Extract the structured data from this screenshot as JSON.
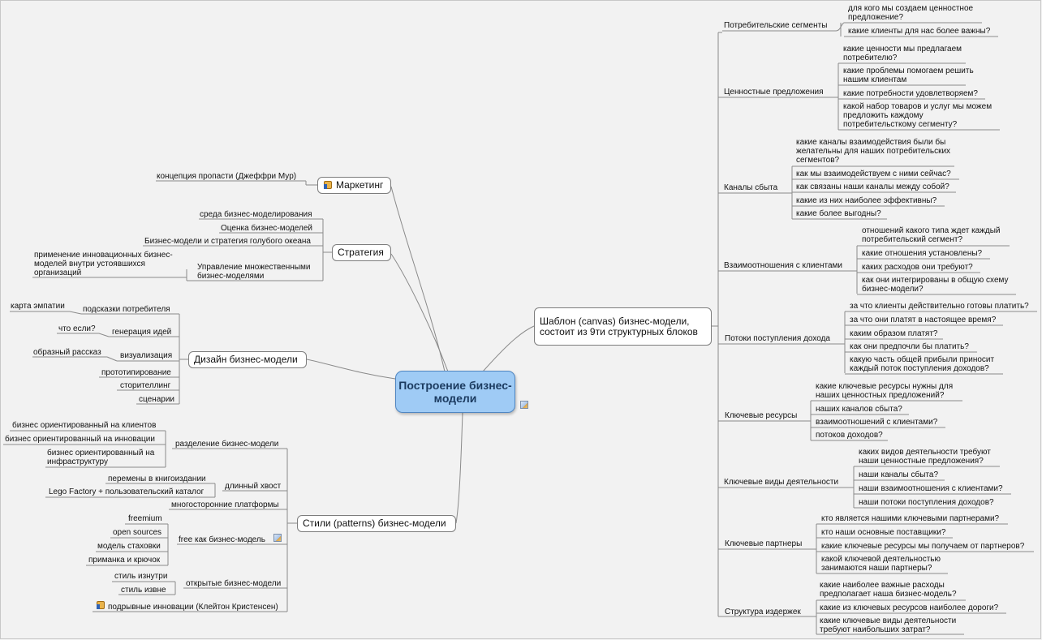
{
  "center": "Построение бизнес-модели",
  "canvas_main": "Шаблон (canvas) бизнес-модели, состоит из 9ти структурных блоков",
  "left": {
    "marketing": {
      "title": "Маркетинг",
      "items": [
        "концепция пропасти (Джеффри Мур)"
      ]
    },
    "strategy": {
      "title": "Стратегия",
      "items": [
        "среда бизнес-моделирования",
        "Оценка бизнес-моделей",
        "Бизнес-модели и стратегия голубого океана",
        "Управление множественными бизнес-моделями",
        "применение инновационных бизнес-моделей внутри устоявшихся организаций"
      ]
    },
    "design": {
      "title": "Дизайн бизнес-модели",
      "items": [
        "подсказки потребителя",
        "карта эмпатии",
        "генерация идей",
        "что если?",
        "визуализация",
        "образный рассказ",
        "прототипирование",
        "сторителлинг",
        "сценарии"
      ]
    },
    "styles": {
      "title": "Стили (patterns) бизнес-модели",
      "items": [
        "разделение бизнес-модели",
        "бизнес ориентированный на клиентов",
        "бизнес ориентированный на инновации",
        "бизнес ориентированный на инфраструктуру",
        "длинный хвост",
        "перемены в книгоиздании",
        "Lego Factory + пользовательский каталог",
        "многосторонние платформы",
        "free как бизнес-модель",
        "freemium",
        "open sources",
        "модель стаховки",
        "приманка и крючок",
        "открытые бизнес-модели",
        "стиль изнутри",
        "стиль извне",
        "подрывные инновации (Клейтон Кристенсен)"
      ]
    }
  },
  "right": [
    {
      "title": "Потребительские сегменты",
      "items": [
        "для кого мы создаем ценностное предложение?",
        "какие клиенты для нас более важны?"
      ]
    },
    {
      "title": "Ценностные предложения",
      "items": [
        "какие ценности мы предлагаем потребителю?",
        "какие проблемы помогаем решить нашим клиентам",
        "какие потребности удовлетворяем?",
        "какой набор товаров и услуг мы можем предложить каждому потребительсткому сегменту?"
      ]
    },
    {
      "title": "Каналы сбыта",
      "items": [
        "какие каналы взаимодействия были бы желательны для наших потребительских сегментов?",
        "как мы взаимодействуем с ними сейчас?",
        "как связаны наши каналы между собой?",
        "какие из них наиболее эффективны?",
        "какие более выгодны?"
      ]
    },
    {
      "title": "Взаимоотношения с клиентами",
      "items": [
        "отношений какого типа ждет каждый потребительский сегмент?",
        "какие отношения установлены?",
        "каких расходов они требуют?",
        "как они интегрированы в общую схему бизнес-модели?"
      ]
    },
    {
      "title": "Потоки поступления дохода",
      "items": [
        "за что клиенты действительно готовы платить?",
        "за что они платят в настоящее время?",
        "каким образом платят?",
        "как они предпочли бы платить?",
        "какую часть общей прибыли приносит каждый поток поступления доходов?"
      ]
    },
    {
      "title": "Ключевые ресурсы",
      "items": [
        "какие ключевые ресурсы нужны для наших ценностных предложений?",
        "наших каналов сбыта?",
        "взаимоотношений с клиентами?",
        "потоков доходов?"
      ]
    },
    {
      "title": "Ключевые виды деятельности",
      "items": [
        "каких видов деятельности требуют наши ценностные предложения?",
        "наши каналы сбыта?",
        "наши взаимоотношения с клиентами?",
        "наши потоки поступления доходов?"
      ]
    },
    {
      "title": "Ключевые партнеры",
      "items": [
        "кто является нашими ключевыми партнерами?",
        "кто наши основные поставщики?",
        "какие ключевые ресурсы мы получаем от партнеров?",
        "какой ключевой деятельностью занимаются наши партнеры?"
      ]
    },
    {
      "title": "Структура издержек",
      "items": [
        "какие наиболее важные расходы предполагает наша бизнес-модель?",
        "какие из ключевых ресурсов наиболее дороги?",
        "какие ключевые виды деятельности требуют наибольших затрат?"
      ]
    }
  ]
}
